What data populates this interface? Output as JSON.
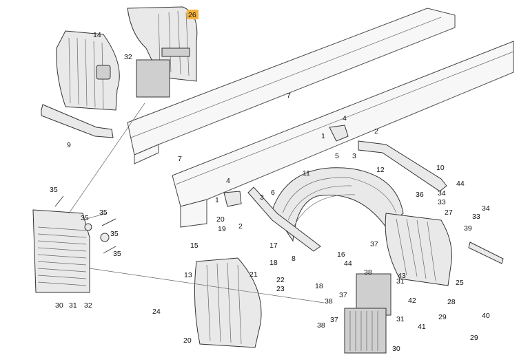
{
  "highlight_color": "#f4b23a",
  "labels": {
    "p26": "26",
    "p14": "14",
    "p32a": "32",
    "p9": "9",
    "p7a": "7",
    "p7b": "7",
    "p4a": "4",
    "p1a": "1",
    "p2a": "2",
    "p5": "5",
    "p3a": "3",
    "p12": "12",
    "p11": "11",
    "p10": "10",
    "p44a": "44",
    "p4b": "4",
    "p1b": "1",
    "p6": "6",
    "p3b": "3",
    "p2b": "2",
    "p35a": "35",
    "p35b": "35",
    "p35c": "35",
    "p35d": "35",
    "p35e": "35",
    "p20a": "20",
    "p19": "19",
    "p15": "15",
    "p17": "17",
    "p18a": "18",
    "p8": "8",
    "p16": "16",
    "p44b": "44",
    "p38a": "38",
    "p31a": "31",
    "p36": "36",
    "p34a": "34",
    "p33a": "33",
    "p27": "27",
    "p34b": "34",
    "p33b": "33",
    "p39": "39",
    "p37a": "37",
    "p43": "43",
    "p25": "25",
    "p28": "28",
    "p42": "42",
    "p29a": "29",
    "p41": "41",
    "p40": "40",
    "p29b": "29",
    "p13": "13",
    "p21": "21",
    "p22": "22",
    "p23": "23",
    "p18b": "18",
    "p24": "24",
    "p20b": "20",
    "p37b": "37",
    "p38b": "38",
    "p37c": "37",
    "p38c": "38",
    "p31b": "31",
    "p30b": "30",
    "p30a": "30",
    "p31c": "31",
    "p32b": "32"
  }
}
